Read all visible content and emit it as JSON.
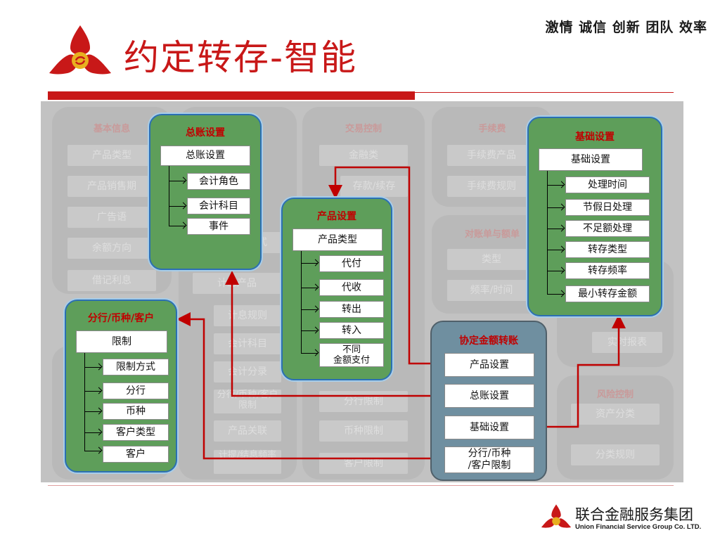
{
  "header": {
    "slogan": "激情 诚信 创新 团队 效率",
    "title": "约定转存-智能"
  },
  "background_groups": [
    {
      "title": "基本信息",
      "items": [
        "产品类型",
        "产品销售期",
        "广告语",
        "余额方向",
        "借记利息"
      ]
    },
    {
      "title": "",
      "items": [
        "计息方式",
        "计息产品",
        "计息规则",
        "会计科目",
        "会计分录",
        "分行/币种/客户限制",
        "产品关联",
        "计提/结息频率"
      ]
    },
    {
      "title": "交易控制",
      "items": [
        "金融类",
        "存款/续存",
        "",
        "",
        "",
        "分行限制",
        "币种限制",
        "客户限制"
      ]
    },
    {
      "title": "手续费",
      "items": [
        "手续费产品",
        "手续费规则"
      ]
    },
    {
      "title": "对账单与额单",
      "items": [
        "类型",
        "频率/时间"
      ]
    },
    {
      "title": "",
      "items": [
        "实时报表"
      ]
    },
    {
      "title": "风险控制",
      "items": [
        "资产分类",
        "分类规则"
      ]
    }
  ],
  "groups": {
    "general_ledger": {
      "title": "总账设置",
      "main": "总账设置",
      "items": [
        "会计角色",
        "会计科目",
        "事件"
      ]
    },
    "product": {
      "title": "产品设置",
      "main": "产品类型",
      "items": [
        "代付",
        "代收",
        "转出",
        "转入",
        "不同\n金额支付"
      ]
    },
    "basic": {
      "title": "基础设置",
      "main": "基础设置",
      "items": [
        "处理时间",
        "节假日处理",
        "不足额处理",
        "转存类型",
        "转存频率",
        "最小转存金额"
      ]
    },
    "branch": {
      "title": "分行/币种/客户",
      "main": "限制",
      "items": [
        "限制方式",
        "分行",
        "币种",
        "客户类型",
        "客户"
      ]
    },
    "agreement": {
      "title": "协定金额转账",
      "items": [
        "产品设置",
        "总账设置",
        "基础设置",
        "分行/币种\n/客户限制"
      ]
    }
  },
  "colors": {
    "brand_red": "#c81818",
    "group_green": "#5e9e5a",
    "group_blue_gray": "#6f8fa0",
    "connector_red": "#c00000"
  },
  "footer": {
    "company_cn": "联合金融服务集团",
    "company_en": "Union Financial Service Group Co. LTD."
  },
  "icons": {
    "logo": "three-petal-red-logo-icon"
  }
}
